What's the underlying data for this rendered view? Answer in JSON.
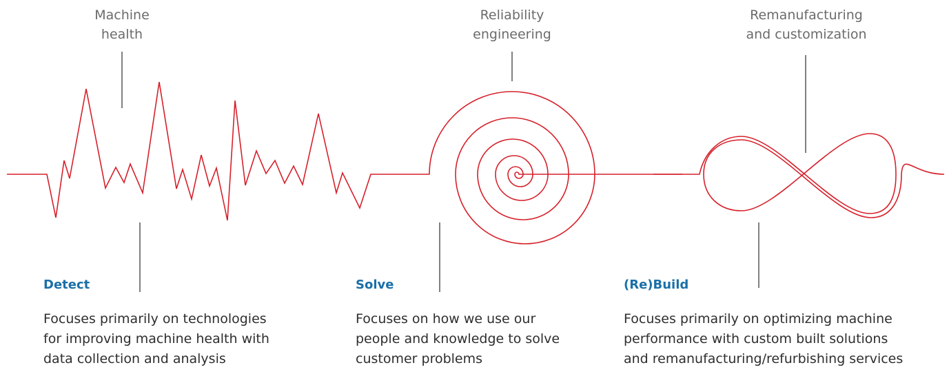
{
  "labels": {
    "machine_health": [
      "Machine",
      "health"
    ],
    "reliability": [
      "Reliability",
      "engineering"
    ],
    "remanufacturing": [
      "Remanufacturing",
      "and customization"
    ]
  },
  "sections": [
    {
      "title": "Detect",
      "description": [
        "Focuses primarily on technologies",
        "for improving machine health with",
        "data collection and analysis"
      ]
    },
    {
      "title": "Solve",
      "description": [
        "Focuses on how we use our",
        "people and knowledge to solve",
        "customer problems"
      ]
    },
    {
      "title": "(Re)Build",
      "description": [
        "Focuses primarily on optimizing machine",
        "performance with custom built solutions",
        "and remanufacturing/refurbishing services"
      ]
    }
  ],
  "colors": {
    "line": "#d6202a",
    "connector": "#555555",
    "label": "#6b6b6b",
    "title": "#1a6fa8",
    "text": "#2e2e2e"
  }
}
